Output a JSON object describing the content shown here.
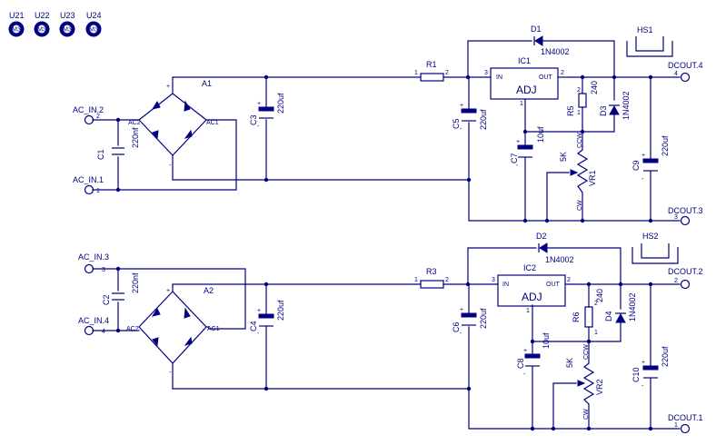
{
  "mounts": [
    "U21",
    "U22",
    "U23",
    "U24"
  ],
  "mount_symbol": "M3",
  "ch1": {
    "bridge": "A1",
    "bridge_pins": {
      "plus": "+",
      "minus": "-",
      "ac1": "AC1",
      "ac2": "AC2"
    },
    "ac_a": "AC_IN.2",
    "ac_a_pin": "2",
    "ac_b": "AC_IN.1",
    "ac_b_pin": "1",
    "cin": "C1",
    "cin_val": "220nf",
    "cbulk": "C3",
    "cbulk_val": "220uf",
    "res": "R1",
    "res_pin1": "1",
    "res_pin2": "2",
    "cpost": "C5",
    "cpost_val": "220uf",
    "ic": "IC1",
    "ic_in": "IN",
    "ic_out": "OUT",
    "ic_adj": "ADJ",
    "ic_pin_in": "3",
    "ic_pin_out": "2",
    "ic_pin_adj": "1",
    "diode": "D1",
    "diode_val": "1N4002",
    "hs": "HS1",
    "rset": "R5",
    "rset_val": "240",
    "rset_pin1": "1",
    "rset_pin2": "2",
    "dprot": "D3",
    "dprot_val": "1N4002",
    "cadj": "C7",
    "cadj_val": "10uf",
    "pot": "VR1",
    "pot_val": "5K",
    "pot_ccw": "CCW",
    "pot_cw": "CW",
    "cout": "C9",
    "cout_val": "220uf",
    "out_pos": "DCOUT.4",
    "out_pos_pin": "4",
    "out_neg": "DCOUT.3",
    "out_neg_pin": "3",
    "pin_plus": "+",
    "pin_minus": "-"
  },
  "ch2": {
    "bridge": "A2",
    "bridge_pins": {
      "plus": "+",
      "minus": "-",
      "ac1": "AC1",
      "ac2": "AC2"
    },
    "ac_a": "AC_IN.3",
    "ac_a_pin": "3",
    "ac_b": "AC_IN.4",
    "ac_b_pin": "4",
    "cin": "C2",
    "cin_val": "220nf",
    "cbulk": "C4",
    "cbulk_val": "220uf",
    "res": "R3",
    "res_pin1": "1",
    "res_pin2": "2",
    "cpost": "C6",
    "cpost_val": "220uf",
    "ic": "IC2",
    "ic_in": "IN",
    "ic_out": "OUT",
    "ic_adj": "ADJ",
    "ic_pin_in": "3",
    "ic_pin_out": "2",
    "ic_pin_adj": "1",
    "diode": "D2",
    "diode_val": "1N4002",
    "hs": "HS2",
    "rset": "R6",
    "rset_val": "240",
    "rset_pin1": "1",
    "rset_pin2": "2",
    "dprot": "D4",
    "dprot_val": "1N4002",
    "cadj": "C8",
    "cadj_val": "10uf",
    "pot": "VR2",
    "pot_val": "5K",
    "pot_ccw": "CCW",
    "pot_cw": "CW",
    "cout": "C10",
    "cout_val": "220uf",
    "out_pos": "DCOUT.2",
    "out_pos_pin": "2",
    "out_neg": "DCOUT.1",
    "out_neg_pin": "1",
    "pin_plus": "+",
    "pin_minus": "-"
  }
}
